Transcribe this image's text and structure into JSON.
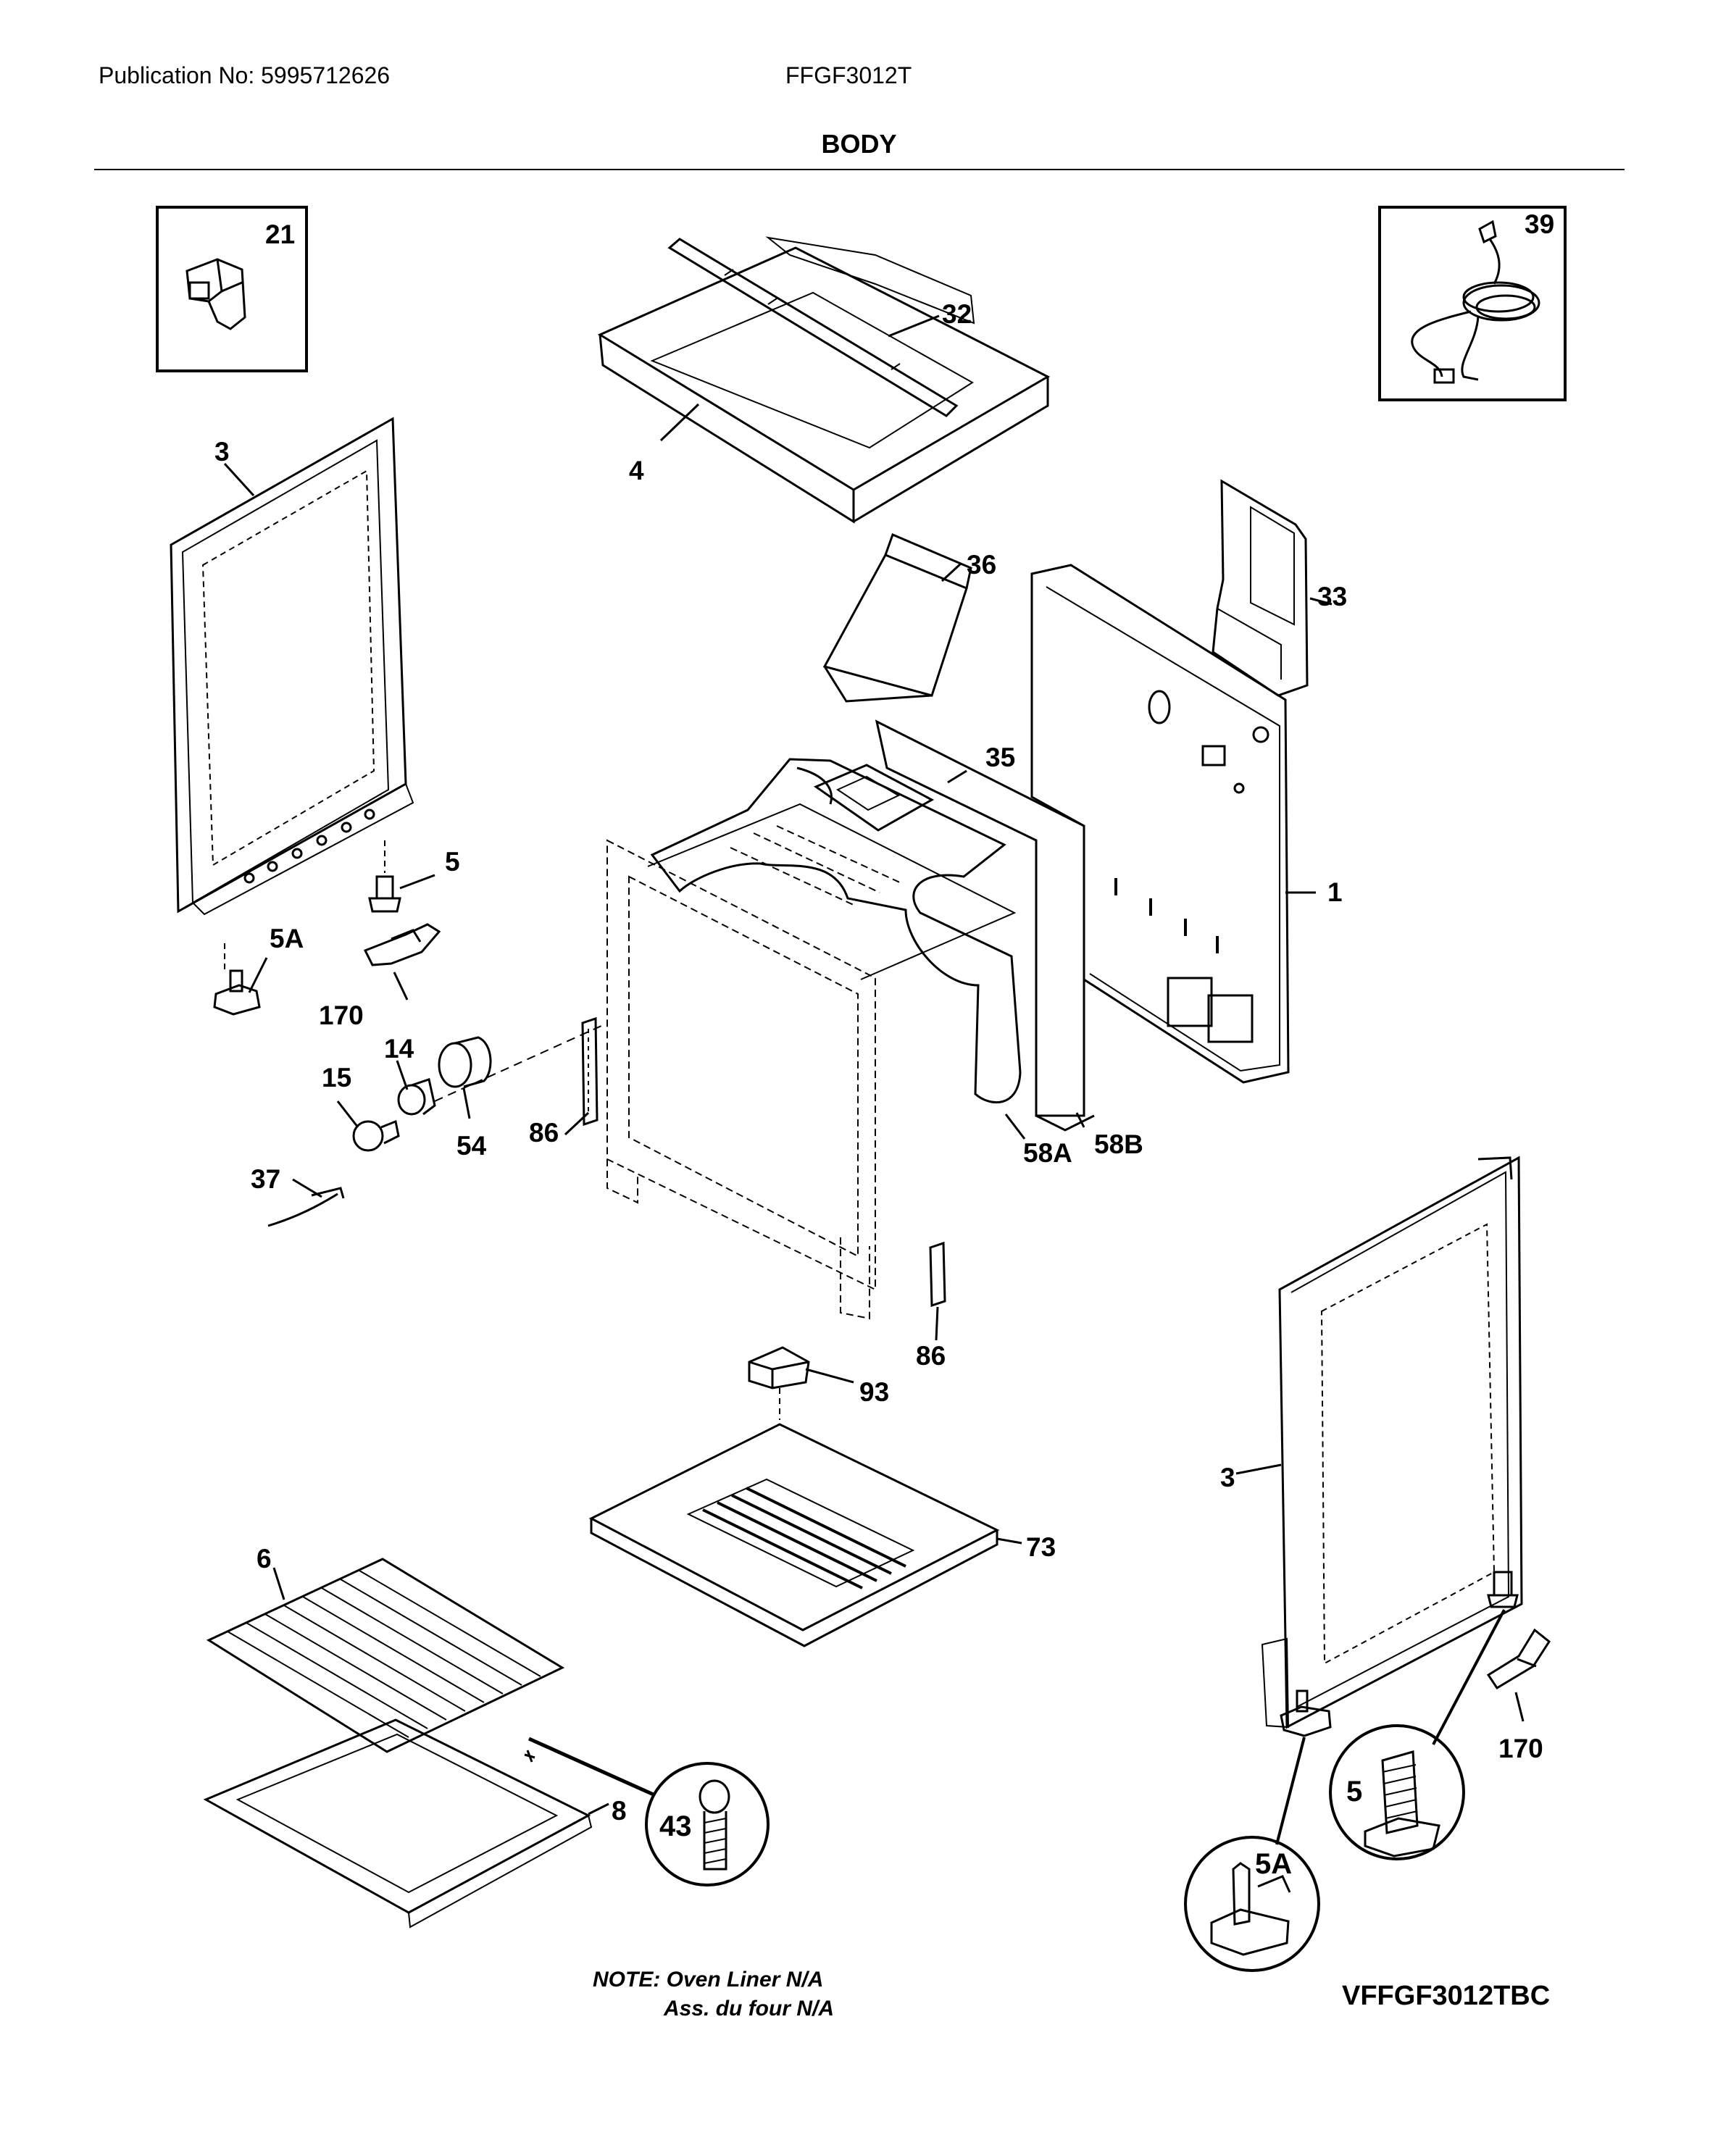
{
  "header": {
    "publication": "Publication No: 5995712626",
    "model": "FFGF3012T",
    "section_title": "BODY"
  },
  "parts": {
    "p1": "1",
    "p3_left": "3",
    "p3_right": "3",
    "p4": "4",
    "p5_left": "5",
    "p5_circle": "5",
    "p5a_left": "5A",
    "p5a_circle": "5A",
    "p6": "6",
    "p8": "8",
    "p14": "14",
    "p15": "15",
    "p21": "21",
    "p32": "32",
    "p33": "33",
    "p35": "35",
    "p36": "36",
    "p37": "37",
    "p39": "39",
    "p43": "43",
    "p54": "54",
    "p58a": "58A",
    "p58b": "58B",
    "p73": "73",
    "p86_left": "86",
    "p86_bottom": "86",
    "p93": "93",
    "p170_left": "170",
    "p170_right": "170"
  },
  "footer": {
    "note_line1": "NOTE: Oven Liner N/A",
    "note_line2": "Ass. du four N/A",
    "diagram_code": "VFFGF3012TBC"
  }
}
